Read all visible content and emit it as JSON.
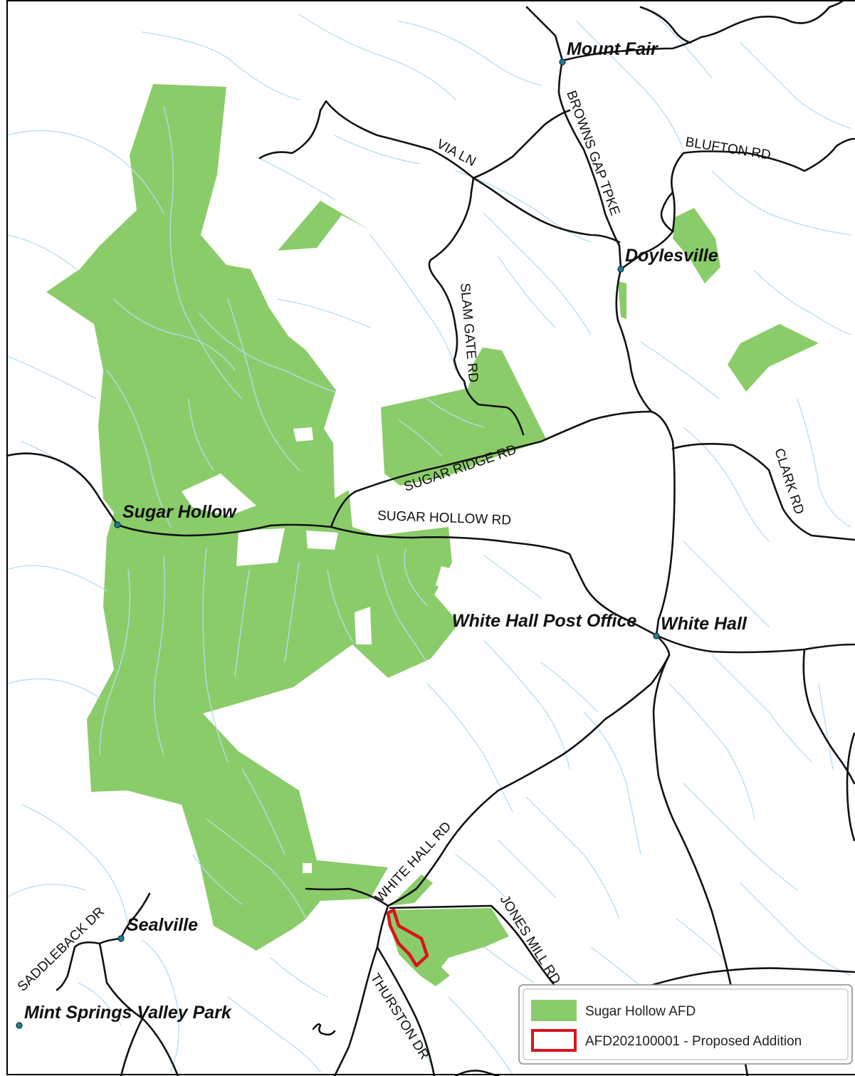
{
  "colors": {
    "afd_fill": "#8bcc6a",
    "proposed_outline": "#d8151c",
    "stream": "#b7dcef",
    "road": "#111111",
    "place_dot": "#1f7f98"
  },
  "places": {
    "mount_fair": "Mount Fair",
    "doylesville": "Doylesville",
    "sugar_hollow": "Sugar Hollow",
    "white_hall_post_office": "White Hall Post Office",
    "white_hall": "White Hall",
    "sealville": "Sealville",
    "mint_springs_valley_park": "Mint Springs Valley Park"
  },
  "roads": {
    "via_ln": "VIA LN",
    "browns_gap_tpke": "BROWNS GAP TPKE",
    "blufton_rd": "BLUFTON RD",
    "slam_gate_rd": "SLAM GATE RD",
    "sugar_ridge_rd": "SUGAR RIDGE RD",
    "clark_rd": "CLARK RD",
    "sugar_hollow_rd": "SUGAR HOLLOW RD",
    "white_hall_rd": "WHITE HALL RD",
    "jones_mill_rd": "JONES MILL RD",
    "saddleback_dr": "SADDLEBACK DR",
    "thurston_dr": "THURSTON DR"
  },
  "legend": {
    "items": [
      {
        "label": "Sugar Hollow AFD",
        "symbol": "fill"
      },
      {
        "label": "AFD202100001 - Proposed Addition",
        "symbol": "outline"
      }
    ]
  }
}
